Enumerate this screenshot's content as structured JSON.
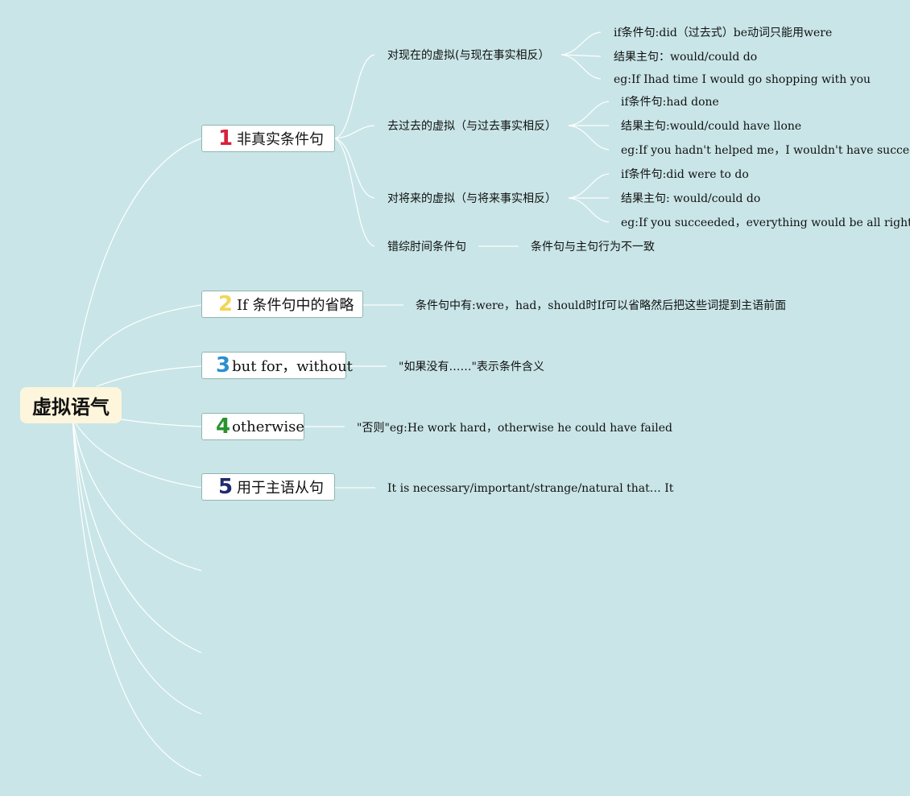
{
  "root": {
    "label": "虚拟语气"
  },
  "colors": {
    "background": "#c9e5e7",
    "root_fill": "#fdf6dc",
    "branch_border": "#8fb6b1",
    "num1": "#d8213a",
    "num2": "#f0d65a",
    "num3": "#2b8fd1",
    "num4": "#27932f",
    "num5": "#1f2b6e",
    "link": "#ffffff"
  },
  "branches": [
    {
      "num": "1",
      "label": "非真实条件句",
      "children": [
        {
          "label": "对现在的虚拟(与现在事实相反）",
          "children": [
            "if条件句:did（过去式）be动词只能用were",
            "结果主句：would/could do",
            "eg:If Ihad time I would go shopping with you"
          ]
        },
        {
          "label": "去过去的虚拟（与过去事实相反）",
          "children": [
            "if条件句:had done",
            "结果主句:would/could have llone",
            "eg:If you hadn't helped me，I wouldn't have succeed"
          ]
        },
        {
          "label": "对将来的虚拟（与将来事实相反）",
          "children": [
            "if条件句:did were to do",
            "结果主句: would/could do",
            "eg:If you succeeded，everything would be all right"
          ]
        },
        {
          "label": "错综肘间条件句",
          "children": [
            "条件句与主句行为不一致"
          ]
        }
      ]
    },
    {
      "num": "2",
      "label": "If 条件句中的省略",
      "detail": "条件句中有:were，had，should时If可以省略然后把这些词提到主语前面"
    },
    {
      "num": "3",
      "label": "but for，without",
      "detail": "\"如果没有……\"表示条件含义"
    },
    {
      "num": "4",
      "label": "otherwise",
      "detail": "\"否则\"eg:He work hard，otherwise he could have failed"
    },
    {
      "num": "5",
      "label": "用于主语从句",
      "detail": "It is necessary/important/strange/natural that… It"
    }
  ]
}
